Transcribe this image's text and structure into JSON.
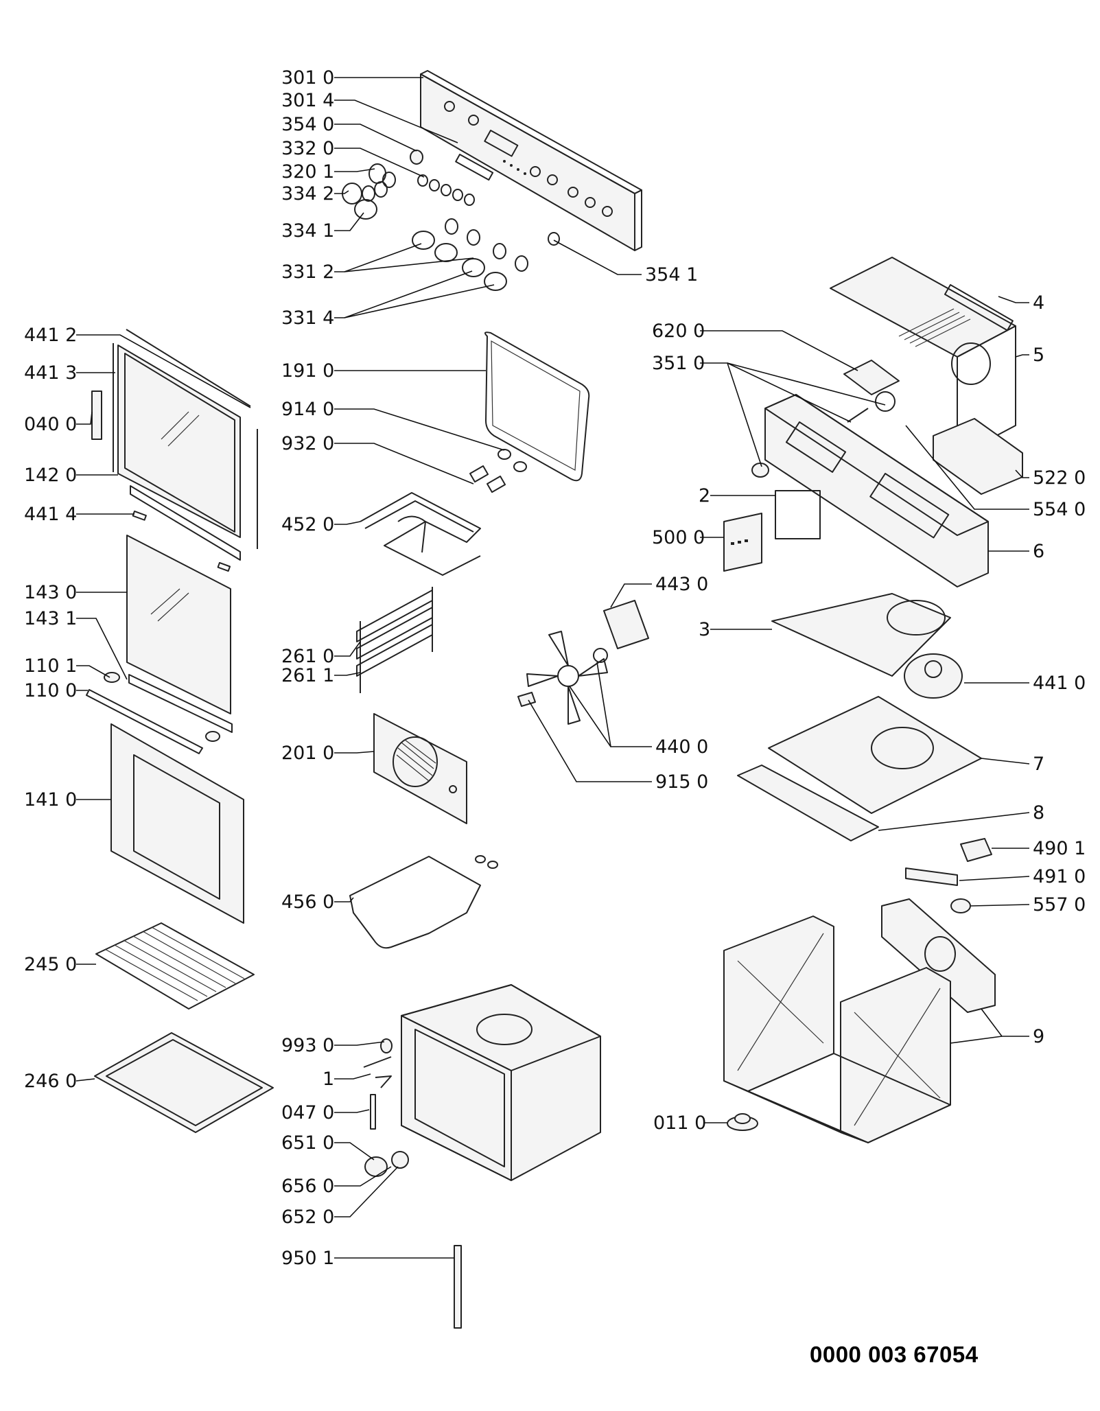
{
  "document_number": "0000 003 67054",
  "callouts": [
    {
      "id": "c-3010",
      "text": "301 0"
    },
    {
      "id": "c-3014",
      "text": "301 4"
    },
    {
      "id": "c-3540",
      "text": "354 0"
    },
    {
      "id": "c-3320",
      "text": "332 0"
    },
    {
      "id": "c-3201",
      "text": "320 1"
    },
    {
      "id": "c-3342",
      "text": "334 2"
    },
    {
      "id": "c-3341",
      "text": "334 1"
    },
    {
      "id": "c-3312",
      "text": "331 2"
    },
    {
      "id": "c-3314",
      "text": "331 4"
    },
    {
      "id": "c-3541",
      "text": "354 1"
    },
    {
      "id": "c-4412",
      "text": "441 2"
    },
    {
      "id": "c-4413",
      "text": "441 3"
    },
    {
      "id": "c-0400",
      "text": "040 0"
    },
    {
      "id": "c-1420",
      "text": "142 0"
    },
    {
      "id": "c-4414",
      "text": "441 4"
    },
    {
      "id": "c-1430",
      "text": "143 0"
    },
    {
      "id": "c-1431",
      "text": "143 1"
    },
    {
      "id": "c-1101",
      "text": "110 1"
    },
    {
      "id": "c-1100",
      "text": "110 0"
    },
    {
      "id": "c-1410",
      "text": "141 0"
    },
    {
      "id": "c-2450",
      "text": "245 0"
    },
    {
      "id": "c-2460",
      "text": "246 0"
    },
    {
      "id": "c-1910",
      "text": "191 0"
    },
    {
      "id": "c-9140",
      "text": "914 0"
    },
    {
      "id": "c-9320",
      "text": "932 0"
    },
    {
      "id": "c-4520",
      "text": "452 0"
    },
    {
      "id": "c-2610",
      "text": "261 0"
    },
    {
      "id": "c-2611",
      "text": "261 1"
    },
    {
      "id": "c-2010",
      "text": "201 0"
    },
    {
      "id": "c-4560",
      "text": "456 0"
    },
    {
      "id": "c-9930",
      "text": "993 0"
    },
    {
      "id": "c-1",
      "text": "1"
    },
    {
      "id": "c-0470",
      "text": "047 0"
    },
    {
      "id": "c-6510",
      "text": "651 0"
    },
    {
      "id": "c-6560",
      "text": "656 0"
    },
    {
      "id": "c-6520",
      "text": "652 0"
    },
    {
      "id": "c-9501",
      "text": "950 1"
    },
    {
      "id": "c-4",
      "text": "4"
    },
    {
      "id": "c-5",
      "text": "5"
    },
    {
      "id": "c-6200",
      "text": "620 0"
    },
    {
      "id": "c-3510",
      "text": "351 0"
    },
    {
      "id": "c-5220",
      "text": "522 0"
    },
    {
      "id": "c-2",
      "text": "2"
    },
    {
      "id": "c-5540",
      "text": "554 0"
    },
    {
      "id": "c-5000",
      "text": "500 0"
    },
    {
      "id": "c-6",
      "text": "6"
    },
    {
      "id": "c-4430",
      "text": "443 0"
    },
    {
      "id": "c-3",
      "text": "3"
    },
    {
      "id": "c-4410",
      "text": "441 0"
    },
    {
      "id": "c-4400",
      "text": "440 0"
    },
    {
      "id": "c-7",
      "text": "7"
    },
    {
      "id": "c-9150",
      "text": "915 0"
    },
    {
      "id": "c-8",
      "text": "8"
    },
    {
      "id": "c-4901",
      "text": "490 1"
    },
    {
      "id": "c-4910",
      "text": "491 0"
    },
    {
      "id": "c-5570",
      "text": "557 0"
    },
    {
      "id": "c-9",
      "text": "9"
    },
    {
      "id": "c-0110",
      "text": "011 0"
    }
  ]
}
